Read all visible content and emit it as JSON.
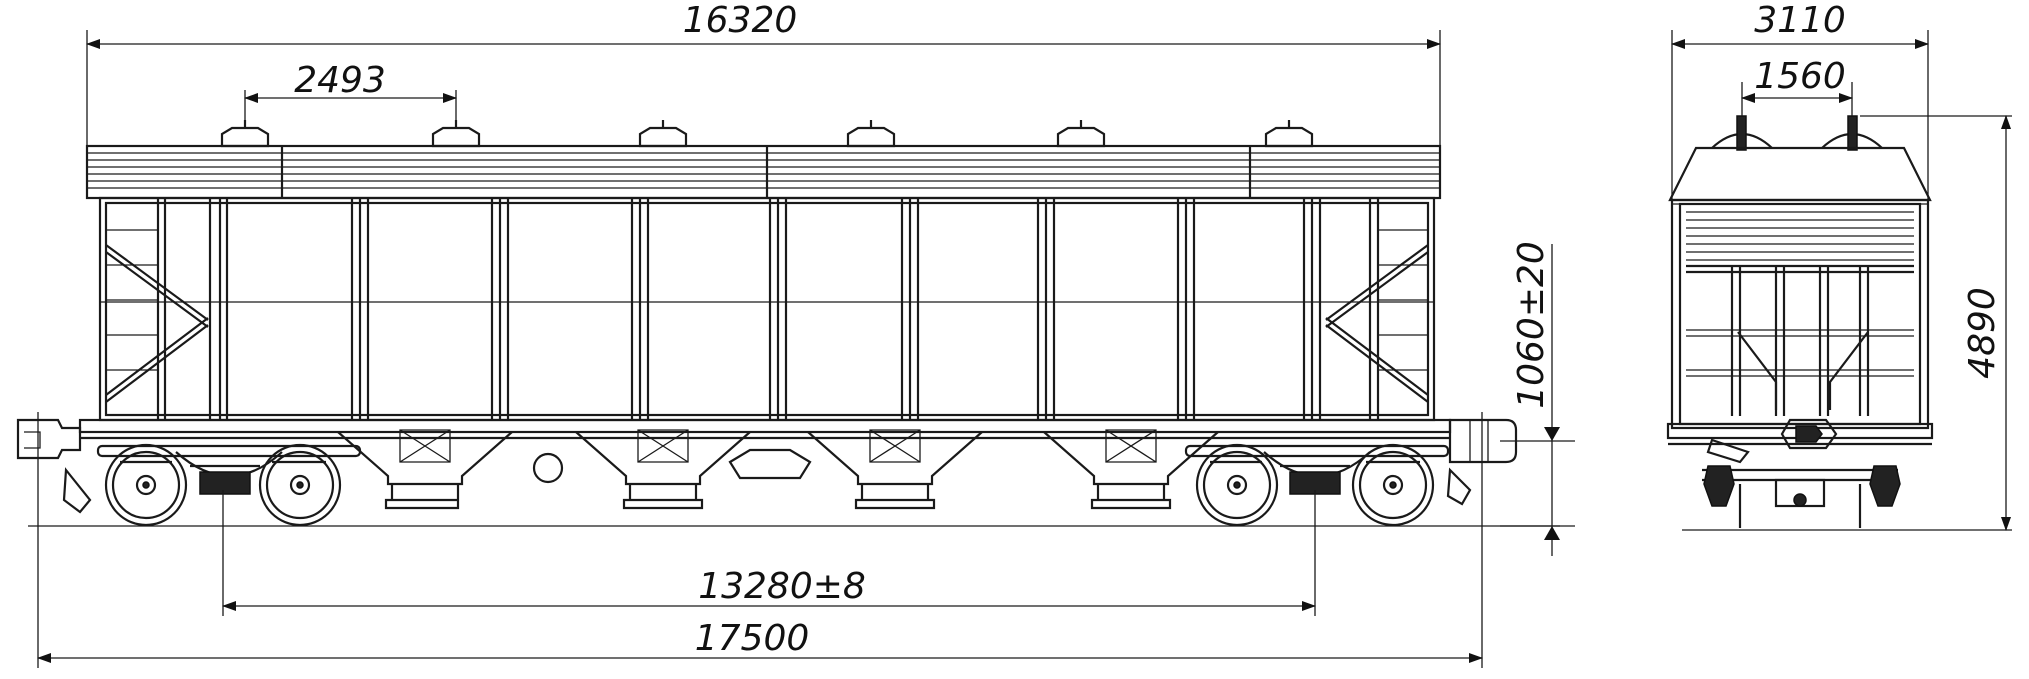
{
  "dimensions": {
    "body_length": "16320",
    "hatch_spacing": "2493",
    "coupling_height": "1060±20",
    "bogie_centers": "13280±8",
    "length_over_couplers": "17500",
    "width": "3110",
    "end_hatch_spacing": "1560",
    "height": "4890"
  },
  "views": [
    "side-view",
    "end-view"
  ],
  "line_color": "#1a1a1a"
}
